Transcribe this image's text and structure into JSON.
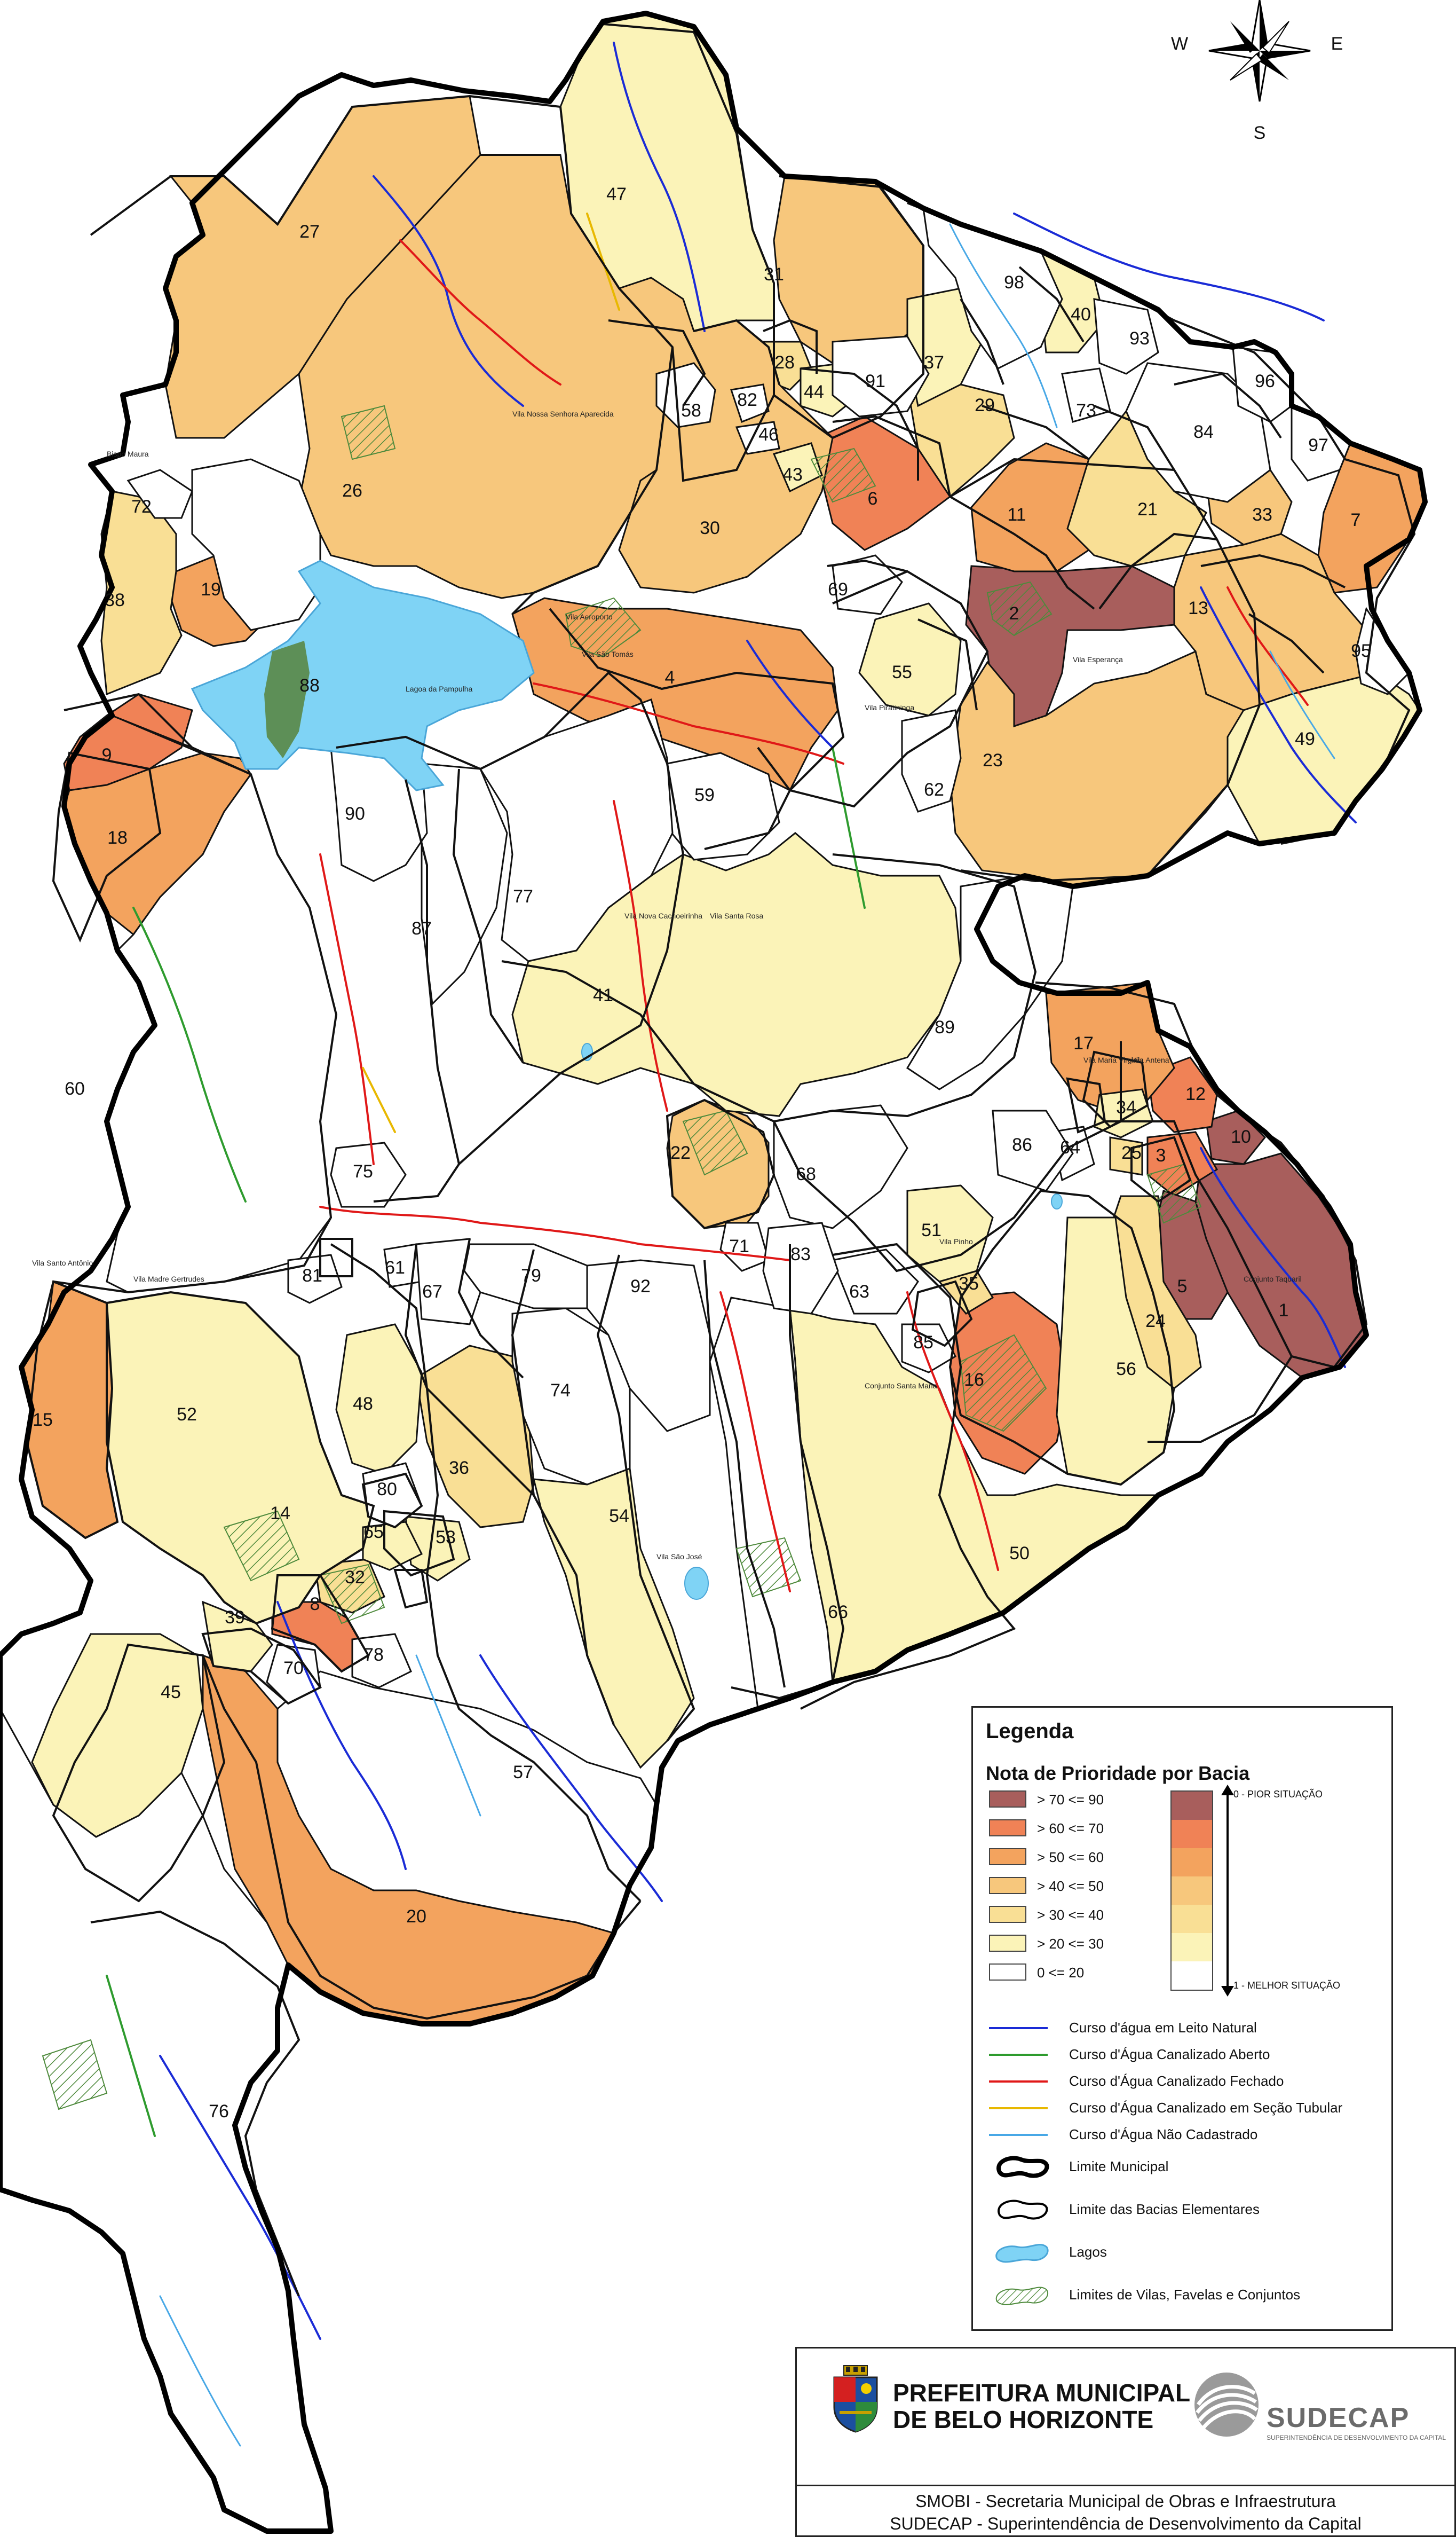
{
  "compass": {
    "west": "W",
    "east": "E",
    "south": "S"
  },
  "colors": {
    "cls_70_90": "#a85e5c",
    "cls_60_70": "#f08256",
    "cls_50_60": "#f3a35e",
    "cls_40_50": "#f7c77c",
    "cls_30_40": "#f9df95",
    "cls_20_30": "#fbf3b8",
    "cls_0_20": "#ffffff",
    "river_natural": "#1a2bd6",
    "river_open": "#2e9b2e",
    "river_closed": "#e01818",
    "river_tubular": "#e8b800",
    "river_unregistered": "#48a8e6",
    "lake": "#7fd3f5",
    "favela": "#4e8a3c"
  },
  "legend": {
    "title": "Legenda",
    "subtitle": "Nota de Prioridade por Bacia",
    "classes": [
      {
        "label": "> 70 <= 90",
        "color": "#a85e5c"
      },
      {
        "label": "> 60 <= 70",
        "color": "#f08256"
      },
      {
        "label": "> 50 <= 60",
        "color": "#f3a35e"
      },
      {
        "label": "> 40 <= 50",
        "color": "#f7c77c"
      },
      {
        "label": "> 30 <= 40",
        "color": "#f9df95"
      },
      {
        "label": "> 20 <= 30",
        "color": "#fbf3b8"
      },
      {
        "label": "0 <= 20",
        "color": "#ffffff"
      }
    ],
    "scale_top": "0 - PIOR SITUAÇÃO",
    "scale_bottom": "1 - MELHOR SITUAÇÃO",
    "lines": [
      {
        "label": "Curso d'água em Leito Natural",
        "color": "#1a2bd6"
      },
      {
        "label": "Curso d'Água Canalizado Aberto",
        "color": "#2e9b2e"
      },
      {
        "label": "Curso d'Água Canalizado Fechado",
        "color": "#e01818"
      },
      {
        "label": "Curso d'Água Canalizado em Seção Tubular",
        "color": "#e8b800"
      },
      {
        "label": "Curso d'Água Não Cadastrado",
        "color": "#48a8e6"
      }
    ],
    "limit_municipal": "Limite Municipal",
    "limit_bacias": "Limite das Bacias Elementares",
    "lakes": "Lagos",
    "favelas": "Limites de Vilas, Favelas e Conjuntos"
  },
  "footer": {
    "pbh_line1": "PREFEITURA MUNICIPAL",
    "pbh_line2": "DE BELO HORIZONTE",
    "sudecap": "SUDECAP",
    "sudecap_sub": "SUPERINTENDÊNCIA DE DESENVOLVIMENTO DA CAPITAL",
    "line1": "SMOBI - Secretaria Municipal de Obras e Infraestrutura",
    "line2": "SUDECAP - Superintendência de Desenvolvimento da Capital"
  },
  "map_labels": {
    "lake_name": "Lagoa da Pampulha",
    "place_labels": [
      "Vila Madre Gertrudes",
      "Conjunto Santa Maria",
      "Vila Maria Virginia",
      "Vila Nova Cachoeirinha",
      "Vila São José",
      "Vila Piratininga",
      "Vila Santa Rosa",
      "Conjunto Taquaril",
      "Vila Santo Antônio",
      "Vila São Tomás",
      "Vila Nossa Senhora Aparecida",
      "Bispo Maura",
      "Vila Antena",
      "Vila Esperança",
      "Vila Pinho",
      "Vila Aeroporto"
    ]
  },
  "basins": [
    {
      "id": "1",
      "cls": "c70"
    },
    {
      "id": "2",
      "cls": "c70"
    },
    {
      "id": "3",
      "cls": "c60"
    },
    {
      "id": "4",
      "cls": "c50"
    },
    {
      "id": "5",
      "cls": "c70"
    },
    {
      "id": "6",
      "cls": "c60"
    },
    {
      "id": "7",
      "cls": "c50"
    },
    {
      "id": "8",
      "cls": "c60"
    },
    {
      "id": "9",
      "cls": "c60"
    },
    {
      "id": "10",
      "cls": "c70"
    },
    {
      "id": "11",
      "cls": "c50"
    },
    {
      "id": "12",
      "cls": "c60"
    },
    {
      "id": "13",
      "cls": "c40"
    },
    {
      "id": "14",
      "cls": "c50"
    },
    {
      "id": "15",
      "cls": "c50"
    },
    {
      "id": "16",
      "cls": "c60"
    },
    {
      "id": "17",
      "cls": "c50"
    },
    {
      "id": "18",
      "cls": "c50"
    },
    {
      "id": "19",
      "cls": "c50"
    },
    {
      "id": "20",
      "cls": "c50"
    },
    {
      "id": "21",
      "cls": "c30"
    },
    {
      "id": "22",
      "cls": "c40"
    },
    {
      "id": "23",
      "cls": "c40"
    },
    {
      "id": "24",
      "cls": "c30"
    },
    {
      "id": "25",
      "cls": "c30"
    },
    {
      "id": "26",
      "cls": "c40"
    },
    {
      "id": "27",
      "cls": "c40"
    },
    {
      "id": "28",
      "cls": "c30"
    },
    {
      "id": "29",
      "cls": "c30"
    },
    {
      "id": "30",
      "cls": "c40"
    },
    {
      "id": "31",
      "cls": "c40"
    },
    {
      "id": "32",
      "cls": "c30"
    },
    {
      "id": "33",
      "cls": "c40"
    },
    {
      "id": "34",
      "cls": "c20"
    },
    {
      "id": "35",
      "cls": "c30"
    },
    {
      "id": "36",
      "cls": "c30"
    },
    {
      "id": "37",
      "cls": "c20"
    },
    {
      "id": "38",
      "cls": "c30"
    },
    {
      "id": "39",
      "cls": "c20"
    },
    {
      "id": "40",
      "cls": "c20"
    },
    {
      "id": "41",
      "cls": "c20"
    },
    {
      "id": "43",
      "cls": "c20"
    },
    {
      "id": "44",
      "cls": "c20"
    },
    {
      "id": "45",
      "cls": "c20"
    },
    {
      "id": "46",
      "cls": "c0"
    },
    {
      "id": "47",
      "cls": "c20"
    },
    {
      "id": "48",
      "cls": "c20"
    },
    {
      "id": "49",
      "cls": "c20"
    },
    {
      "id": "50",
      "cls": "c20"
    },
    {
      "id": "51",
      "cls": "c20"
    },
    {
      "id": "52",
      "cls": "c20"
    },
    {
      "id": "53",
      "cls": "c20"
    },
    {
      "id": "54",
      "cls": "c20"
    },
    {
      "id": "55",
      "cls": "c20"
    },
    {
      "id": "56",
      "cls": "c20"
    },
    {
      "id": "57",
      "cls": "c0"
    },
    {
      "id": "58",
      "cls": "c0"
    },
    {
      "id": "59",
      "cls": "c0"
    },
    {
      "id": "60",
      "cls": "c0"
    },
    {
      "id": "61",
      "cls": "c0"
    },
    {
      "id": "62",
      "cls": "c0"
    },
    {
      "id": "63",
      "cls": "c0"
    },
    {
      "id": "64",
      "cls": "c0"
    },
    {
      "id": "65",
      "cls": "c20"
    },
    {
      "id": "66",
      "cls": "c0"
    },
    {
      "id": "67",
      "cls": "c0"
    },
    {
      "id": "68",
      "cls": "c0"
    },
    {
      "id": "69",
      "cls": "c0"
    },
    {
      "id": "70",
      "cls": "c0"
    },
    {
      "id": "71",
      "cls": "c0"
    },
    {
      "id": "72",
      "cls": "c0"
    },
    {
      "id": "73",
      "cls": "c0"
    },
    {
      "id": "74",
      "cls": "c0"
    },
    {
      "id": "75",
      "cls": "c0"
    },
    {
      "id": "76",
      "cls": "c0"
    },
    {
      "id": "77",
      "cls": "c0"
    },
    {
      "id": "78",
      "cls": "c0"
    },
    {
      "id": "79",
      "cls": "c0"
    },
    {
      "id": "80",
      "cls": "c0"
    },
    {
      "id": "81",
      "cls": "c0"
    },
    {
      "id": "82",
      "cls": "c0"
    },
    {
      "id": "83",
      "cls": "c0"
    },
    {
      "id": "84",
      "cls": "c0"
    },
    {
      "id": "85",
      "cls": "c0"
    },
    {
      "id": "86",
      "cls": "c0"
    },
    {
      "id": "87",
      "cls": "c0"
    },
    {
      "id": "88",
      "cls": "c0"
    },
    {
      "id": "89",
      "cls": "c0"
    },
    {
      "id": "90",
      "cls": "c0"
    },
    {
      "id": "91",
      "cls": "c0"
    },
    {
      "id": "92",
      "cls": "c0"
    },
    {
      "id": "93",
      "cls": "c0"
    },
    {
      "id": "95",
      "cls": "c0"
    },
    {
      "id": "96",
      "cls": "c0"
    },
    {
      "id": "97",
      "cls": "c0"
    },
    {
      "id": "98",
      "cls": "c0"
    }
  ]
}
